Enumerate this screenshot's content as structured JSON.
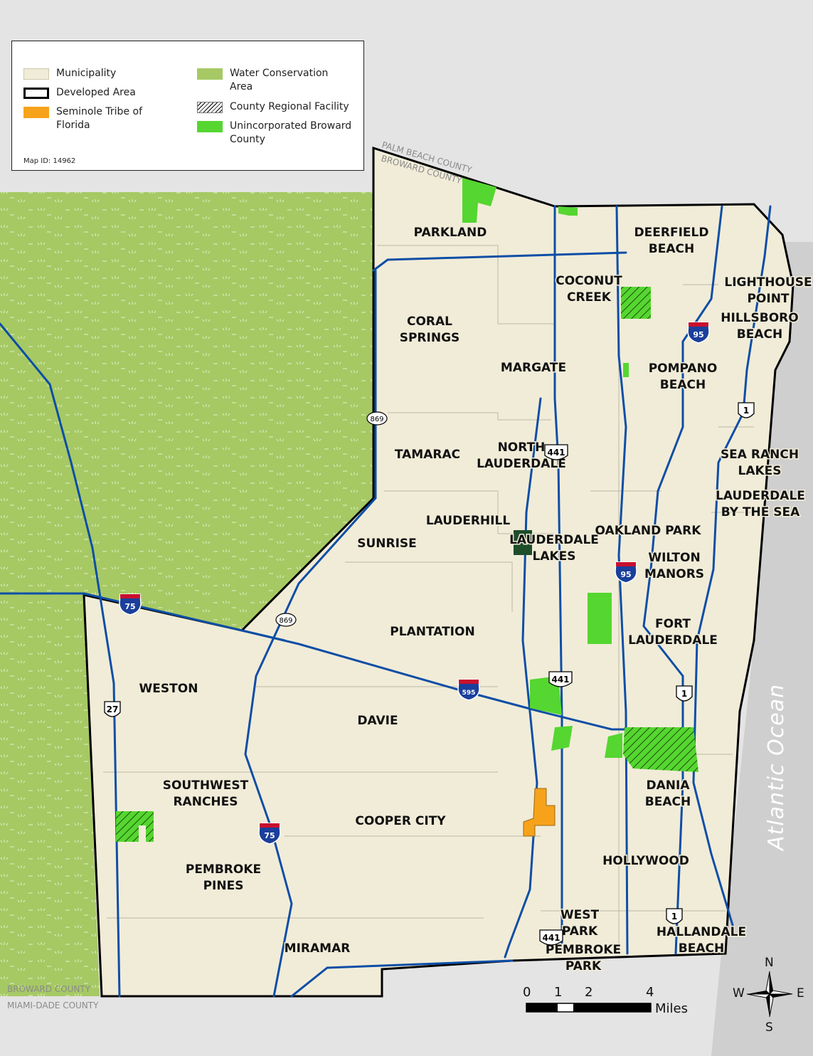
{
  "legend": {
    "items": [
      {
        "label": "Municipality",
        "color": "#f1ecd8"
      },
      {
        "label": "Developed Area",
        "color": "#000000"
      },
      {
        "label": "Seminole Tribe of Florida",
        "color": "#f7a21b"
      },
      {
        "label": "Water Conservation Area",
        "color": "#a6c964"
      },
      {
        "label": "County Regional Facility",
        "color": "#ffffff"
      },
      {
        "label": "Unincorporated Broward County",
        "color": "#55d630"
      }
    ],
    "map_id": "Map ID: 14962"
  },
  "county_labels": {
    "palm_beach": "PALM BEACH COUNTY",
    "broward_top": "BROWARD COUNTY",
    "broward_bottom": "BROWARD COUNTY",
    "miami_dade": "MIAMI-DADE COUNTY"
  },
  "municipalities": [
    {
      "line1": "PARKLAND",
      "line2": ""
    },
    {
      "line1": "DEERFIELD",
      "line2": "BEACH"
    },
    {
      "line1": "COCONUT",
      "line2": "CREEK"
    },
    {
      "line1": "LIGHTHOUSE",
      "line2": "POINT"
    },
    {
      "line1": "HILLSBORO",
      "line2": "BEACH"
    },
    {
      "line1": "CORAL",
      "line2": "SPRINGS"
    },
    {
      "line1": "MARGATE",
      "line2": ""
    },
    {
      "line1": "POMPANO",
      "line2": "BEACH"
    },
    {
      "line1": "NORTH",
      "line2": "LAUDERDALE"
    },
    {
      "line1": "TAMARAC",
      "line2": ""
    },
    {
      "line1": "SEA RANCH",
      "line2": "LAKES"
    },
    {
      "line1": "LAUDERDALE",
      "line2": "BY THE SEA"
    },
    {
      "line1": "LAUDERHILL",
      "line2": ""
    },
    {
      "line1": "LAUDERDALE",
      "line2": "LAKES"
    },
    {
      "line1": "OAKLAND PARK",
      "line2": ""
    },
    {
      "line1": "SUNRISE",
      "line2": ""
    },
    {
      "line1": "WILTON",
      "line2": "MANORS"
    },
    {
      "line1": "FORT",
      "line2": "LAUDERDALE"
    },
    {
      "line1": "PLANTATION",
      "line2": ""
    },
    {
      "line1": "WESTON",
      "line2": ""
    },
    {
      "line1": "DAVIE",
      "line2": ""
    },
    {
      "line1": "SOUTHWEST",
      "line2": "RANCHES"
    },
    {
      "line1": "DANIA",
      "line2": "BEACH"
    },
    {
      "line1": "COOPER CITY",
      "line2": ""
    },
    {
      "line1": "HOLLYWOOD",
      "line2": ""
    },
    {
      "line1": "PEMBROKE",
      "line2": "PINES"
    },
    {
      "line1": "WEST",
      "line2": "PARK"
    },
    {
      "line1": "HALLANDALE",
      "line2": "BEACH"
    },
    {
      "line1": "PEMBROKE",
      "line2": "PARK"
    },
    {
      "line1": "MIRAMAR",
      "line2": ""
    }
  ],
  "shields": {
    "interstate": [
      "95",
      "95",
      "75",
      "75",
      "595"
    ],
    "us": [
      "441",
      "441",
      "441",
      "1",
      "1",
      "1",
      "27"
    ],
    "state": [
      "869",
      "869"
    ]
  },
  "ocean_label": "Atlantic Ocean",
  "scale_bar": {
    "ticks": [
      "0",
      "1",
      "2",
      "4"
    ],
    "unit": "Miles"
  },
  "compass": {
    "n": "N",
    "s": "S",
    "e": "E",
    "w": "W"
  }
}
